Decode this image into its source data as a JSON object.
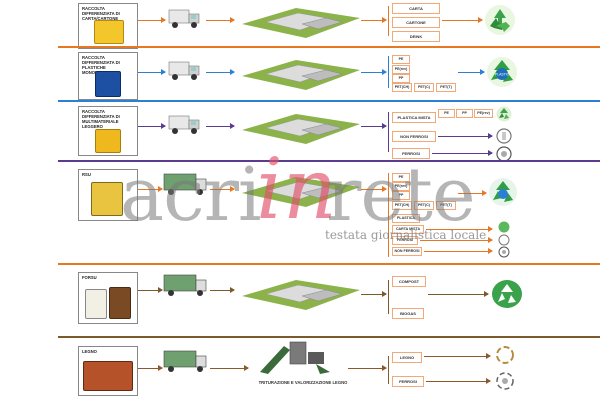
{
  "rows": [
    {
      "title": "RACCOLTA DIFFERENZIATA DI CARTA/CARTONE",
      "color": "#e87722",
      "outputs": [
        "CARTA",
        "CARTONE",
        "DEINK"
      ],
      "result_icon": "recycle-green-icon",
      "result_label": ""
    },
    {
      "title": "RACCOLTA DIFFERENZIATA DI PLASTICHE MONOMATERIALI",
      "color": "#2b7fd4",
      "outputs": [
        "PE",
        "PE(rev)",
        "PP",
        "PET(CH)",
        "PET(C)",
        "PET(T)"
      ],
      "result_icon": "plastic-recycle-icon",
      "result_label": "PLASTIC"
    },
    {
      "title": "RACCOLTA DIFFERENZIATA DI MULTIMATERIALE LEGGERO",
      "color": "#5a3d8f",
      "outputs": [
        "PLASTICA MISTA",
        "PE",
        "PP",
        "PE(rev)",
        "NON FERROSI",
        "FERROSI"
      ],
      "result_icon": "recycle-green-icon",
      "result_label": ""
    },
    {
      "title": "RSU",
      "color": "#e87722",
      "outputs": [
        "PE",
        "PE(rev)",
        "PP",
        "PET(CH)",
        "PET(C)",
        "PET(T)",
        "PLASTICA",
        "CARTA MISTA",
        "FERROSI",
        "NON FERROSI"
      ],
      "result_icon": "recycle-blue-icon",
      "result_label": ""
    },
    {
      "title": "FORSU",
      "color": "#7a5a2a",
      "outputs": [
        "COMPOST",
        "BIOGAS"
      ],
      "result_icon": "recycle-green-square-icon",
      "result_label": ""
    },
    {
      "title": "LEGNO",
      "color": "#8a5a2b",
      "outputs": [
        "LEGNO",
        "FERROSI"
      ],
      "result_icon": "wood-recycle-icon",
      "result_label": "",
      "process_label": "TRITURAZIONE E VALORIZZAZIONE LEGNO"
    }
  ],
  "watermark": {
    "left": "acri",
    "middle": "in",
    "right": "rete",
    "subtitle": "testata giornalistica locale"
  },
  "colors": {
    "orange": "#e87722",
    "blue": "#2b7fd4",
    "purple": "#5a3d8f",
    "brown": "#7a5a2a",
    "watermark_red": "#e0506a"
  }
}
